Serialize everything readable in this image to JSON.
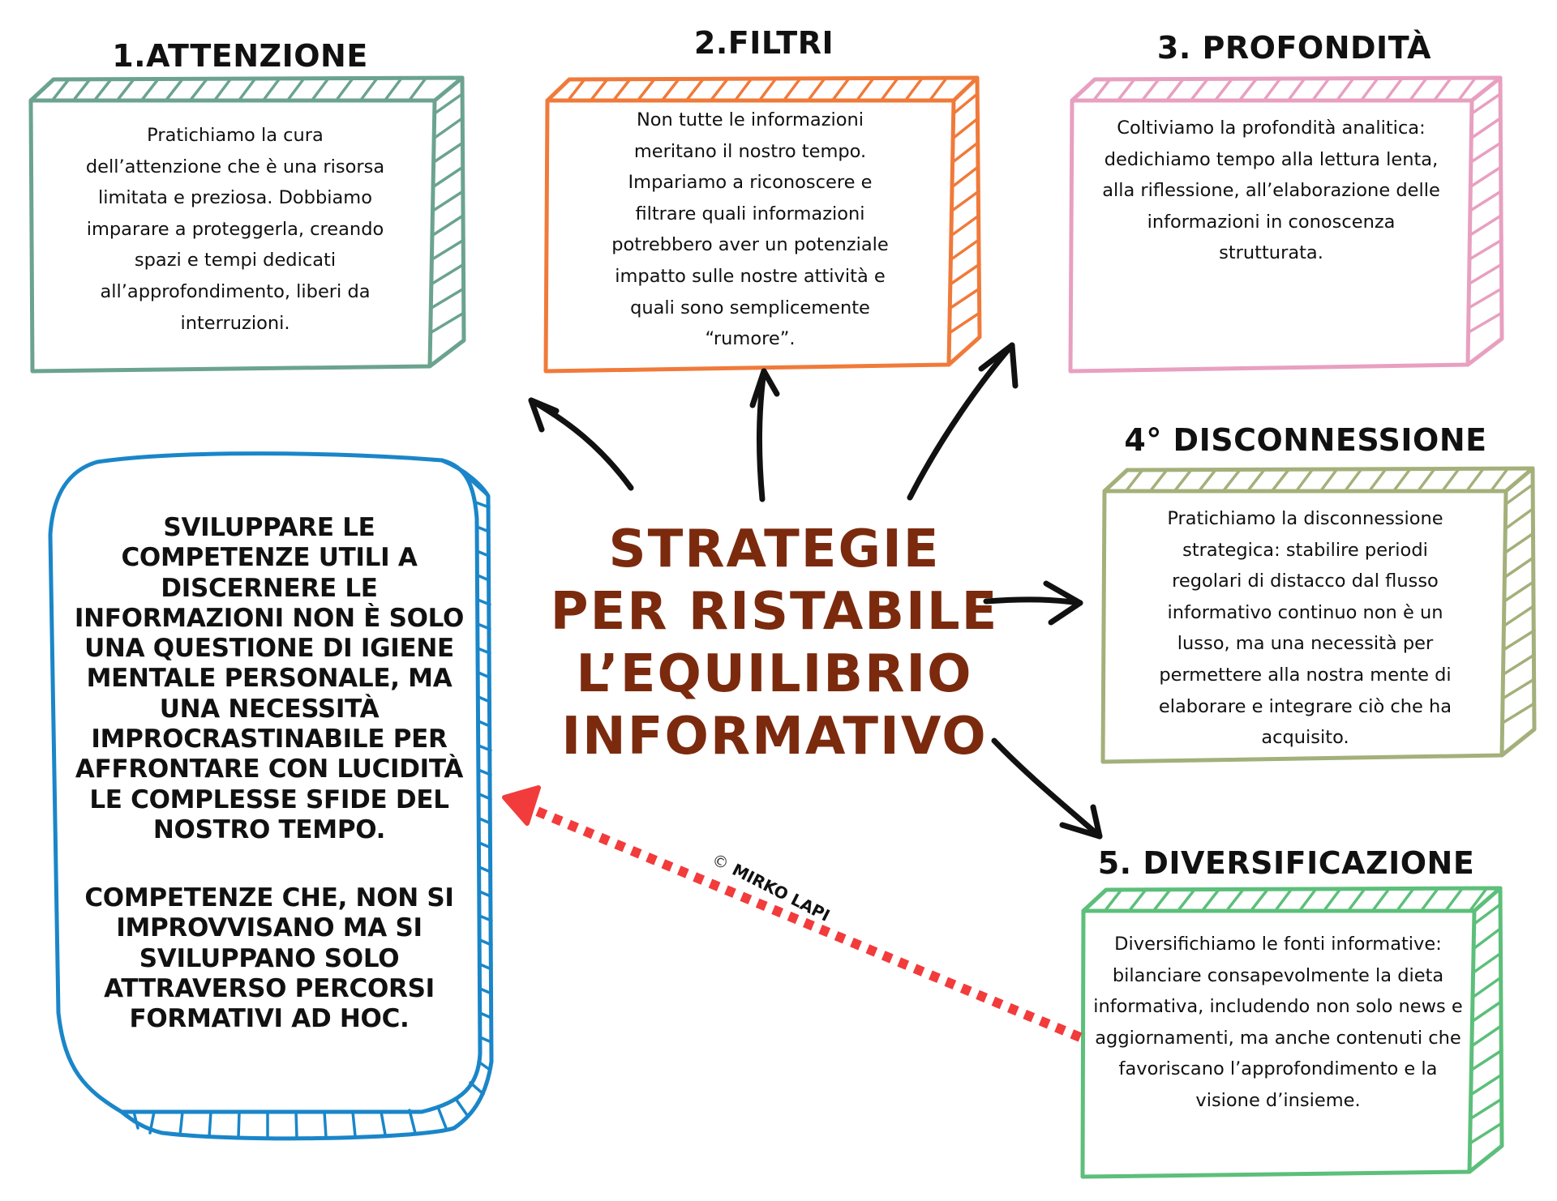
{
  "colors": {
    "title": "#7b2a0e",
    "attenzione": "#6ba38f",
    "filtri": "#f07a3a",
    "profondita": "#e8a0c0",
    "disconnessione": "#a3b07a",
    "diversificazione": "#5cbf7a",
    "competenze": "#1a86c9",
    "connector": "#111111",
    "dotted_arrow": "#f23b3b"
  },
  "title": {
    "lines": [
      "STRATEGIE",
      "PER RISTABILE",
      "L’EQUILIBRIO",
      "INFORMATIVO"
    ]
  },
  "strategies": [
    {
      "heading": "1.ATTENZIONE",
      "text": "Pratichiamo la cura\ndell’attenzione che è una risorsa\nlimitata e preziosa. Dobbiamo\nimparare a proteggerla, creando\nspazi e tempi dedicati\nall’approfondimento, liberi da\ninterruzioni."
    },
    {
      "heading": "2.FILTRI",
      "text": "Non tutte le informazioni\nmeritano il nostro tempo.\nImpariamo a riconoscere e\nfiltrare quali informazioni\npotrebbero aver un potenziale\nimpatto sulle nostre attività e\nquali sono semplicemente\n“rumore”."
    },
    {
      "heading": "3. PROFONDITÀ",
      "text": "Coltiviamo la profondità analitica:\ndedichiamo tempo alla lettura lenta,\nalla riflessione, all’elaborazione delle\ninformazioni in conoscenza\nstrutturata."
    },
    {
      "heading": "4° DISCONNESSIONE",
      "text": "Pratichiamo la disconnessione\nstrategica: stabilire periodi\nregolari di distacco dal flusso\ninformativo continuo non è un\nlusso, ma una necessità per\npermettere alla nostra mente di\nelaborare e integrare ciò che ha\nacquisito."
    },
    {
      "heading": "5. DIVERSIFICAZIONE",
      "text": "Diversifichiamo le fonti informative:\nbilanciare consapevolmente la dieta\ninformativa, includendo non solo news e\naggiornamenti, ma anche contenuti che\nfavoriscano l’approfondimento e la\nvisione d’insieme."
    }
  ],
  "competenze": {
    "paragraph_1": "SVILUPPARE LE\nCOMPETENZE UTILI A\nDISCERNERE LE\nINFORMAZIONI NON È SOLO\nUNA QUESTIONE DI IGIENE\nMENTALE PERSONALE, MA\nUNA NECESSITÀ\nIMPROCRASTINABILE PER\nAFFRONTARE CON LUCIDITÀ\nLE COMPLESSE SFIDE DEL\nNOSTRO TEMPO.",
    "paragraph_2": "COMPETENZE CHE,  NON SI\nIMPROVVISANO MA SI\nSVILUPPANO SOLO\nATTRAVERSO PERCORSI\nFORMATIVI AD HOC."
  },
  "watermark": {
    "symbol": "©",
    "author": "MIRKO LAPI"
  }
}
